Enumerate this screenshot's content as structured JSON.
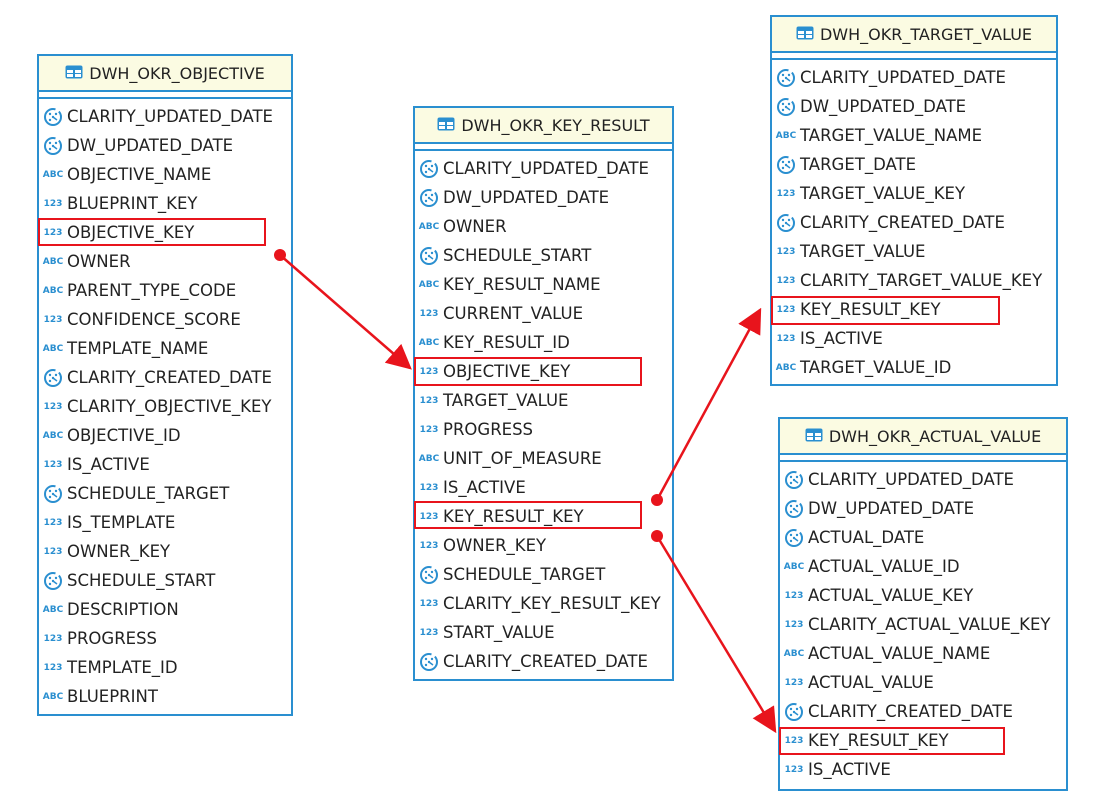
{
  "colors": {
    "border": "#2a8fd0",
    "header_bg": "#fbfbe2",
    "highlight": "#e8141c"
  },
  "tables": [
    {
      "name": "DWH_OKR_OBJECTIVE",
      "columns": [
        {
          "name": "CLARITY_UPDATED_DATE",
          "type": "date"
        },
        {
          "name": "DW_UPDATED_DATE",
          "type": "date"
        },
        {
          "name": "OBJECTIVE_NAME",
          "type": "abc"
        },
        {
          "name": "BLUEPRINT_KEY",
          "type": "num"
        },
        {
          "name": "OBJECTIVE_KEY",
          "type": "num",
          "highlight": true
        },
        {
          "name": "OWNER",
          "type": "abc"
        },
        {
          "name": "PARENT_TYPE_CODE",
          "type": "abc"
        },
        {
          "name": "CONFIDENCE_SCORE",
          "type": "num"
        },
        {
          "name": "TEMPLATE_NAME",
          "type": "abc"
        },
        {
          "name": "CLARITY_CREATED_DATE",
          "type": "date"
        },
        {
          "name": "CLARITY_OBJECTIVE_KEY",
          "type": "num"
        },
        {
          "name": "OBJECTIVE_ID",
          "type": "abc"
        },
        {
          "name": "IS_ACTIVE",
          "type": "num"
        },
        {
          "name": "SCHEDULE_TARGET",
          "type": "date"
        },
        {
          "name": "IS_TEMPLATE",
          "type": "num"
        },
        {
          "name": "OWNER_KEY",
          "type": "num"
        },
        {
          "name": "SCHEDULE_START",
          "type": "date"
        },
        {
          "name": "DESCRIPTION",
          "type": "abc"
        },
        {
          "name": "PROGRESS",
          "type": "num"
        },
        {
          "name": "TEMPLATE_ID",
          "type": "num"
        },
        {
          "name": "BLUEPRINT",
          "type": "abc"
        }
      ]
    },
    {
      "name": "DWH_OKR_KEY_RESULT",
      "columns": [
        {
          "name": "CLARITY_UPDATED_DATE",
          "type": "date"
        },
        {
          "name": "DW_UPDATED_DATE",
          "type": "date"
        },
        {
          "name": "OWNER",
          "type": "abc"
        },
        {
          "name": "SCHEDULE_START",
          "type": "date"
        },
        {
          "name": "KEY_RESULT_NAME",
          "type": "abc"
        },
        {
          "name": "CURRENT_VALUE",
          "type": "num"
        },
        {
          "name": "KEY_RESULT_ID",
          "type": "abc"
        },
        {
          "name": "OBJECTIVE_KEY",
          "type": "num",
          "highlight": true
        },
        {
          "name": "TARGET_VALUE",
          "type": "num"
        },
        {
          "name": "PROGRESS",
          "type": "num"
        },
        {
          "name": "UNIT_OF_MEASURE",
          "type": "abc"
        },
        {
          "name": "IS_ACTIVE",
          "type": "num"
        },
        {
          "name": "KEY_RESULT_KEY",
          "type": "num",
          "highlight": true
        },
        {
          "name": "OWNER_KEY",
          "type": "num"
        },
        {
          "name": "SCHEDULE_TARGET",
          "type": "date"
        },
        {
          "name": "CLARITY_KEY_RESULT_KEY",
          "type": "num"
        },
        {
          "name": "START_VALUE",
          "type": "num"
        },
        {
          "name": "CLARITY_CREATED_DATE",
          "type": "date"
        }
      ]
    },
    {
      "name": "DWH_OKR_TARGET_VALUE",
      "columns": [
        {
          "name": "CLARITY_UPDATED_DATE",
          "type": "date"
        },
        {
          "name": "DW_UPDATED_DATE",
          "type": "date"
        },
        {
          "name": "TARGET_VALUE_NAME",
          "type": "abc"
        },
        {
          "name": "TARGET_DATE",
          "type": "date"
        },
        {
          "name": "TARGET_VALUE_KEY",
          "type": "num"
        },
        {
          "name": "CLARITY_CREATED_DATE",
          "type": "date"
        },
        {
          "name": "TARGET_VALUE",
          "type": "num"
        },
        {
          "name": "CLARITY_TARGET_VALUE_KEY",
          "type": "num"
        },
        {
          "name": "KEY_RESULT_KEY",
          "type": "num",
          "highlight": true
        },
        {
          "name": "IS_ACTIVE",
          "type": "num"
        },
        {
          "name": "TARGET_VALUE_ID",
          "type": "abc"
        }
      ]
    },
    {
      "name": "DWH_OKR_ACTUAL_VALUE",
      "columns": [
        {
          "name": "CLARITY_UPDATED_DATE",
          "type": "date"
        },
        {
          "name": "DW_UPDATED_DATE",
          "type": "date"
        },
        {
          "name": "ACTUAL_DATE",
          "type": "date"
        },
        {
          "name": "ACTUAL_VALUE_ID",
          "type": "abc"
        },
        {
          "name": "ACTUAL_VALUE_KEY",
          "type": "num"
        },
        {
          "name": "CLARITY_ACTUAL_VALUE_KEY",
          "type": "num"
        },
        {
          "name": "ACTUAL_VALUE_NAME",
          "type": "abc"
        },
        {
          "name": "ACTUAL_VALUE",
          "type": "num"
        },
        {
          "name": "CLARITY_CREATED_DATE",
          "type": "date"
        },
        {
          "name": "KEY_RESULT_KEY",
          "type": "num",
          "highlight": true
        },
        {
          "name": "IS_ACTIVE",
          "type": "num"
        }
      ]
    }
  ],
  "type_labels": {
    "abc": "ABC",
    "num": "123"
  },
  "relations": [
    {
      "from": "DWH_OKR_OBJECTIVE.OBJECTIVE_KEY",
      "to": "DWH_OKR_KEY_RESULT.OBJECTIVE_KEY"
    },
    {
      "from": "DWH_OKR_KEY_RESULT.KEY_RESULT_KEY",
      "to": "DWH_OKR_TARGET_VALUE.KEY_RESULT_KEY"
    },
    {
      "from": "DWH_OKR_KEY_RESULT.KEY_RESULT_KEY",
      "to": "DWH_OKR_ACTUAL_VALUE.KEY_RESULT_KEY"
    }
  ]
}
